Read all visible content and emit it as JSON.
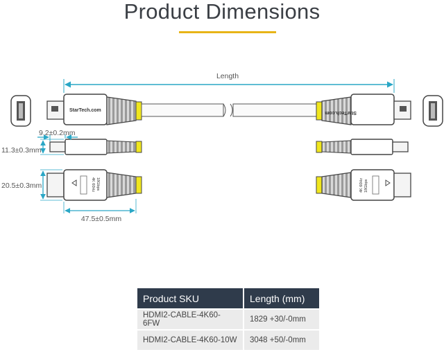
{
  "page": {
    "title": "Product Dimensions"
  },
  "colors": {
    "accent": "#e8b417",
    "dimension": "#2aa7c6",
    "table_header": "#2f3b4b",
    "table_row": "#ebebeb",
    "connector_yellow": "#f0e61e"
  },
  "brand": {
    "logo_text": "StarTech.com"
  },
  "connector": {
    "label_4k": "4K 60Hz",
    "label_18": "18Gbps"
  },
  "dimensions": {
    "length": "Length",
    "depth": "9.2±0.2mm",
    "thickness": "11.3±0.3mm",
    "width": "20.5±0.3mm",
    "connector_length": "47.5±0.5mm"
  },
  "table": {
    "headers": [
      "Product SKU",
      "Length (mm)"
    ],
    "rows": [
      {
        "sku": "HDMI2-CABLE-4K60-6FW",
        "length": "1829 +30/-0mm"
      },
      {
        "sku": "HDMI2-CABLE-4K60-10W",
        "length": "3048 +50/-0mm"
      }
    ]
  }
}
